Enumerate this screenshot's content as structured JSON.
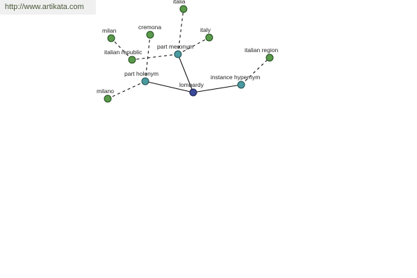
{
  "banner": {
    "url": "http://www.artikata.com"
  },
  "graph": {
    "nodes": [
      {
        "id": "lombardy",
        "label": "lombardy",
        "kind": "center"
      },
      {
        "id": "part_holonym",
        "label": "part holonym",
        "kind": "relation"
      },
      {
        "id": "part_meronym",
        "label": "part meronym",
        "kind": "relation"
      },
      {
        "id": "instance_hypernym",
        "label": "instance hypernym",
        "kind": "relation"
      },
      {
        "id": "milano",
        "label": "milano",
        "kind": "word"
      },
      {
        "id": "italian_republic",
        "label": "italian republic",
        "kind": "word"
      },
      {
        "id": "milan",
        "label": "milan",
        "kind": "word"
      },
      {
        "id": "cremona",
        "label": "cremona",
        "kind": "word"
      },
      {
        "id": "italia",
        "label": "italia",
        "kind": "word"
      },
      {
        "id": "italy",
        "label": "italy",
        "kind": "word"
      },
      {
        "id": "italian_region",
        "label": "italian region",
        "kind": "word"
      }
    ],
    "edges": [
      {
        "from": "lombardy",
        "to": "part_holonym",
        "style": "solid"
      },
      {
        "from": "lombardy",
        "to": "part_meronym",
        "style": "solid"
      },
      {
        "from": "lombardy",
        "to": "instance_hypernym",
        "style": "solid"
      },
      {
        "from": "part_holonym",
        "to": "milano",
        "style": "dashed"
      },
      {
        "from": "part_holonym",
        "to": "cremona",
        "style": "dashed"
      },
      {
        "from": "part_meronym",
        "to": "italian_republic",
        "style": "dashed"
      },
      {
        "from": "part_meronym",
        "to": "italia",
        "style": "dashed"
      },
      {
        "from": "part_meronym",
        "to": "italy",
        "style": "dashed"
      },
      {
        "from": "italian_republic",
        "to": "milan",
        "style": "dashed"
      },
      {
        "from": "instance_hypernym",
        "to": "italian_region",
        "style": "dashed"
      }
    ]
  }
}
